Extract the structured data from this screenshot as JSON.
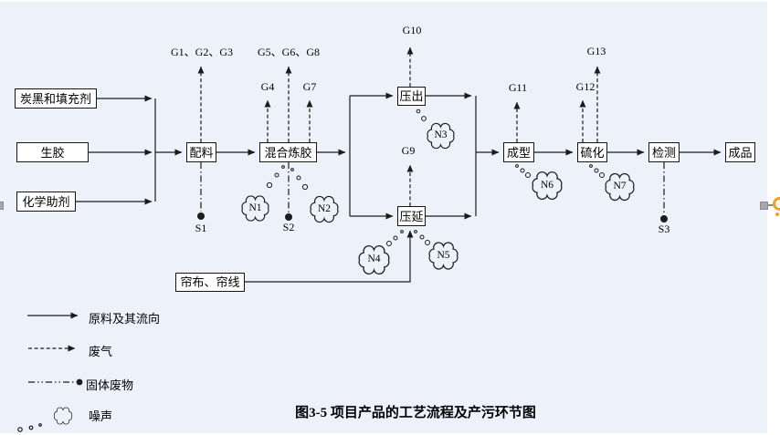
{
  "title": "图3-5 项目产品的工艺流程及产污环节图",
  "diagram": {
    "inputs": [
      {
        "label": "炭黑和填充剂"
      },
      {
        "label": "生胶"
      },
      {
        "label": "化学助剂"
      }
    ],
    "aux_input": {
      "label": "帘布、帘线"
    },
    "steps": [
      {
        "label": "配料"
      },
      {
        "label": "混合炼胶"
      },
      {
        "label": "压出"
      },
      {
        "label": "压延"
      },
      {
        "label": "成型"
      },
      {
        "label": "硫化"
      },
      {
        "label": "检测"
      },
      {
        "label": "成品"
      }
    ],
    "gas_labels": [
      {
        "label": "G1、G2、G3"
      },
      {
        "label": "G4"
      },
      {
        "label": "G5、G6、G8"
      },
      {
        "label": "G7"
      },
      {
        "label": "G10"
      },
      {
        "label": "G9"
      },
      {
        "label": "G11"
      },
      {
        "label": "G12"
      },
      {
        "label": "G13"
      }
    ],
    "solid_waste_labels": [
      {
        "label": "S1"
      },
      {
        "label": "S2"
      },
      {
        "label": "S3"
      }
    ],
    "noise_labels": [
      {
        "label": "N1"
      },
      {
        "label": "N2"
      },
      {
        "label": "N3"
      },
      {
        "label": "N4"
      },
      {
        "label": "N5"
      },
      {
        "label": "N6"
      },
      {
        "label": "N7"
      }
    ]
  },
  "legend": {
    "items": [
      {
        "symbol": "solid-arrow",
        "label": "原料及其流向"
      },
      {
        "symbol": "dashed-arrow",
        "label": "废气"
      },
      {
        "symbol": "dashdot-dot-line",
        "label": "固体废物"
      },
      {
        "symbol": "cloud",
        "label": "噪声"
      }
    ]
  },
  "colors": {
    "canvas_bg": "#edf1f9",
    "line": "#1c1c1c",
    "box_fill": "#ffffff",
    "handle_gray": "#a8a8a8",
    "accent_orange": "#f09f33"
  }
}
